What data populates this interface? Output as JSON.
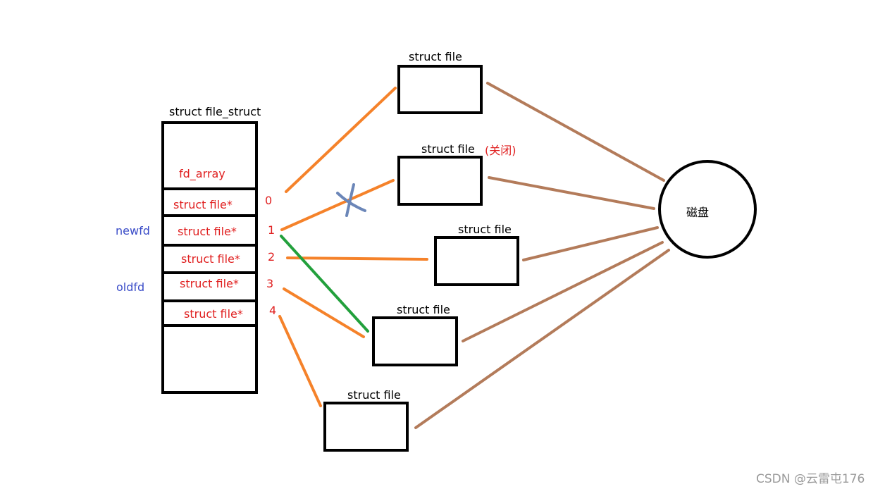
{
  "file_struct": {
    "title": "struct file_struct",
    "fd_array_label": "fd_array",
    "slots": [
      "struct file*",
      "struct file*",
      "struct file*",
      "struct file*",
      "struct file*"
    ],
    "indices": [
      "0",
      "1",
      "2",
      "3",
      "4"
    ]
  },
  "side_labels": {
    "newfd": "newfd",
    "oldfd": "oldfd"
  },
  "files": [
    {
      "title": "struct file",
      "note": ""
    },
    {
      "title": "struct file",
      "note": "(关闭)"
    },
    {
      "title": "struct file",
      "note": ""
    },
    {
      "title": "struct file",
      "note": ""
    },
    {
      "title": "struct file",
      "note": ""
    }
  ],
  "disk_label": "磁盘",
  "watermark": "CSDN @云雷屯176",
  "colors": {
    "fd_link": "#f5822a",
    "new_link": "#22a03c",
    "disk_link": "#b37b5a",
    "cross": "#6b86b8",
    "text_red": "#e02020",
    "text_blue": "#3a4cc8"
  }
}
